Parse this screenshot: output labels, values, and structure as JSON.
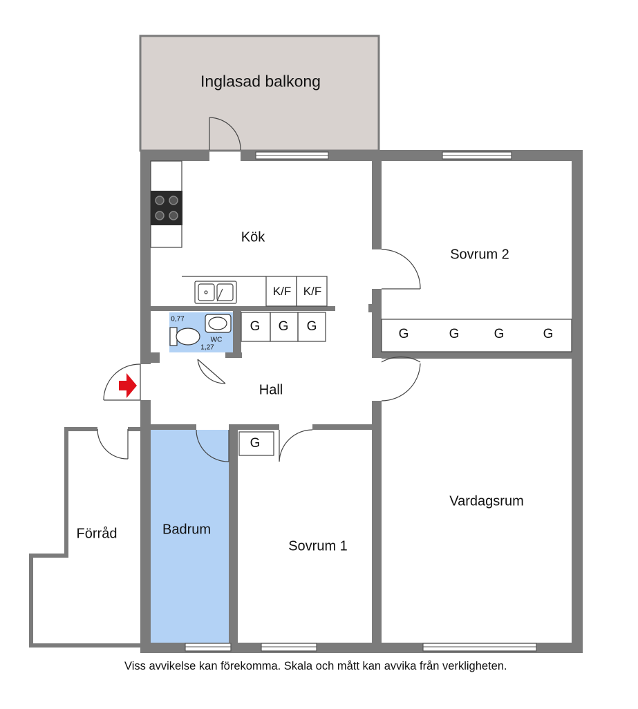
{
  "rooms": {
    "balcony": "Inglasad balkong",
    "kitchen": "Kök",
    "bedroom2": "Sovrum 2",
    "hall": "Hall",
    "living": "Vardagsrum",
    "storage": "Förråd",
    "bathroom": "Badrum",
    "bedroom1": "Sovrum 1"
  },
  "fixtures": {
    "fridge_freezer": "K/F",
    "wardrobe": "G",
    "wc": "WC",
    "wc_width": "0,77",
    "wc_depth": "1,27"
  },
  "disclaimer": "Viss avvikelse kan förekomma. Skala och mått kan avvika från verkligheten.",
  "colors": {
    "wall": "#7b7b7b",
    "balcony_fill": "#d8d2cf",
    "bathroom_fill": "#b3d2f5",
    "entrance_arrow": "#e0101a"
  }
}
